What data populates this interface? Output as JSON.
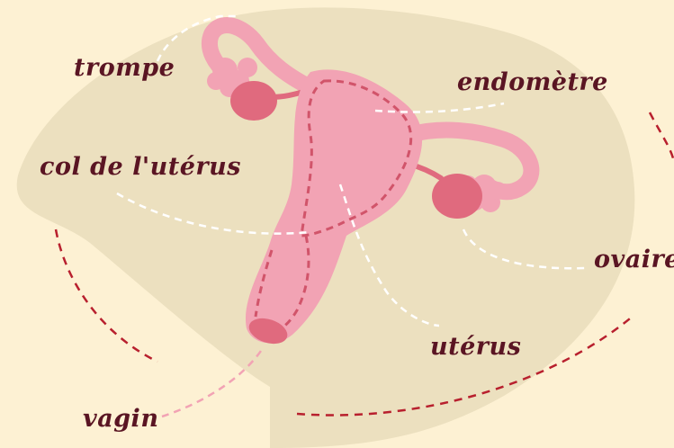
{
  "labels": {
    "trompe": "trompe",
    "endometre": "endomètre",
    "col": "col de l'utérus",
    "ovaire": "ovaire",
    "uterus": "utérus",
    "vagin": "vagin"
  },
  "colors": {
    "background": "#fdf1d3",
    "blob": "#ece0bf",
    "uterus_pink": "#f2a3b4",
    "ovary_pink": "#e06a7e",
    "dashed_dark": "#d1546a",
    "label_text": "#5a1523",
    "red_dash": "#b8202e",
    "white_dash": "#ffffff"
  }
}
